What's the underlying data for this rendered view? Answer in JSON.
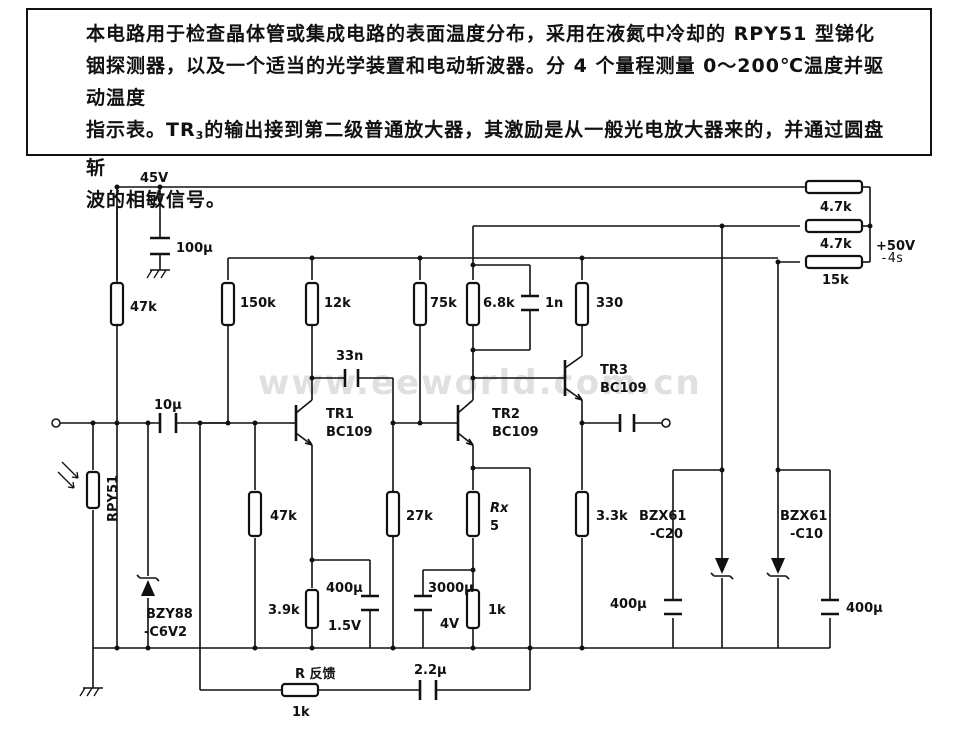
{
  "description": {
    "line1": "本电路用于检查晶体管或集成电路的表面温度分布，采用在液氮中冷却的 RPY51 型锑化",
    "line2": "铟探测器，以及一个适当的光学装置和电动斩波器。分 4 个量程测量 0～200℃温度并驱动温度",
    "line3_pre": "指示表。TR",
    "line3_sub": "3",
    "line3_post": "的输出接到第二级普通放大器，其激励是从一般光电放大器来的，并通过圆盘斩",
    "line4": "波的相敏信号。"
  },
  "watermark": "www.eeworld.com.cn",
  "supply": {
    "rail": "45V",
    "input": "+50V",
    "input_note": "-4s"
  },
  "resistors": {
    "r_top1": "4.7k",
    "r_top2": "4.7k",
    "r_top3": "15k",
    "r47k_a": "47k",
    "r150k": "150k",
    "r12k": "12k",
    "r75k": "75k",
    "r6k8": "6.8k",
    "r330": "330",
    "r47k_b": "47k",
    "r27k": "27k",
    "rx_name": "Rx",
    "rx_val": "5",
    "r3k3": "3.3k",
    "r3k9": "3.9k",
    "r1k": "1k",
    "rfb_name": "R 反馈",
    "rfb_val": "1k"
  },
  "capacitors": {
    "c100u": "100μ",
    "c10u": "10μ",
    "c33n": "33n",
    "c1n": "1n",
    "c400u_a": "400μ",
    "c400u_a_v": "1.5V",
    "c3000u": "3000μ",
    "c3000u_v": "4V",
    "c400u_b": "400μ",
    "c400u_c": "400μ",
    "c2u2": "2.2μ"
  },
  "transistors": {
    "tr1_name": "TR1",
    "tr1_type": "BC109",
    "tr2_name": "TR2",
    "tr2_type": "BC109",
    "tr3_name": "TR3",
    "tr3_type": "BC109"
  },
  "diodes": {
    "d1_a": "BZY88",
    "d1_b": "-C6V2",
    "d2_a": "BZX61",
    "d2_b": "-C20",
    "d3_a": "BZX61",
    "d3_b": "-C10"
  },
  "sensor": "RPY51"
}
